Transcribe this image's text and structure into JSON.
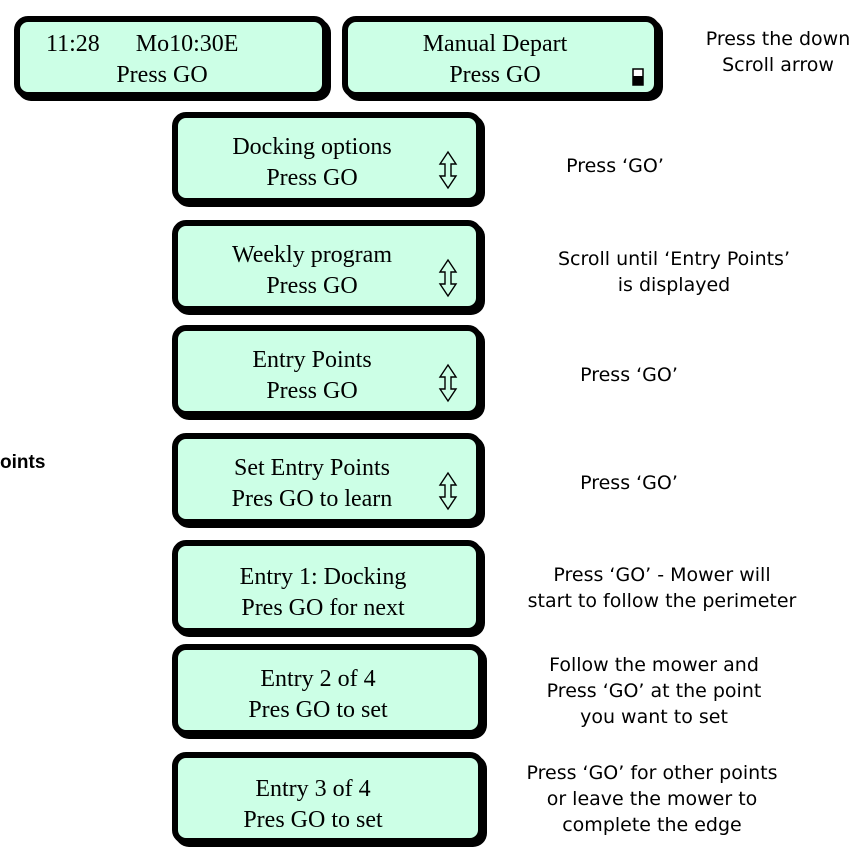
{
  "screens": [
    {
      "line1": "11:28      Mo10:30E",
      "line2": "Press GO",
      "icon": "none"
    },
    {
      "line1": "Manual Depart",
      "line2": "Press GO",
      "icon": "scroll-thumb-icon"
    },
    {
      "line1": "Docking options",
      "line2": "Press GO",
      "icon": "up-down-arrow-icon"
    },
    {
      "line1": "Weekly program",
      "line2": "Press GO",
      "icon": "up-down-arrow-icon"
    },
    {
      "line1": "Entry Points",
      "line2": "Press GO",
      "icon": "up-down-arrow-icon"
    },
    {
      "line1": "Set Entry Points",
      "line2": "Pres GO to learn",
      "icon": "up-down-arrow-icon"
    },
    {
      "line1": "Entry 1: Docking",
      "line2": "Pres GO for next",
      "icon": "none"
    },
    {
      "line1": "Entry 2 of 4",
      "line2": "Pres GO to set",
      "icon": "none"
    },
    {
      "line1": "Entry 3 of 4",
      "line2": "Pres GO to set",
      "icon": "none"
    }
  ],
  "instructions": [
    "Press the down\nScroll arrow",
    "Press ‘GO’",
    "Scroll until ‘Entry Points’\nis displayed",
    "Press ‘GO’",
    "Press ‘GO’",
    "Press ‘GO’ - Mower will\nstart to follow the perimeter",
    "Follow the mower and\nPress ‘GO’ at the point\nyou want to set",
    "Press ‘GO’ for other points\nor leave the mower to\ncomplete the edge"
  ],
  "side_label": "oints",
  "colors": {
    "screen_bg": "#ccffe6",
    "border": "#000000"
  }
}
